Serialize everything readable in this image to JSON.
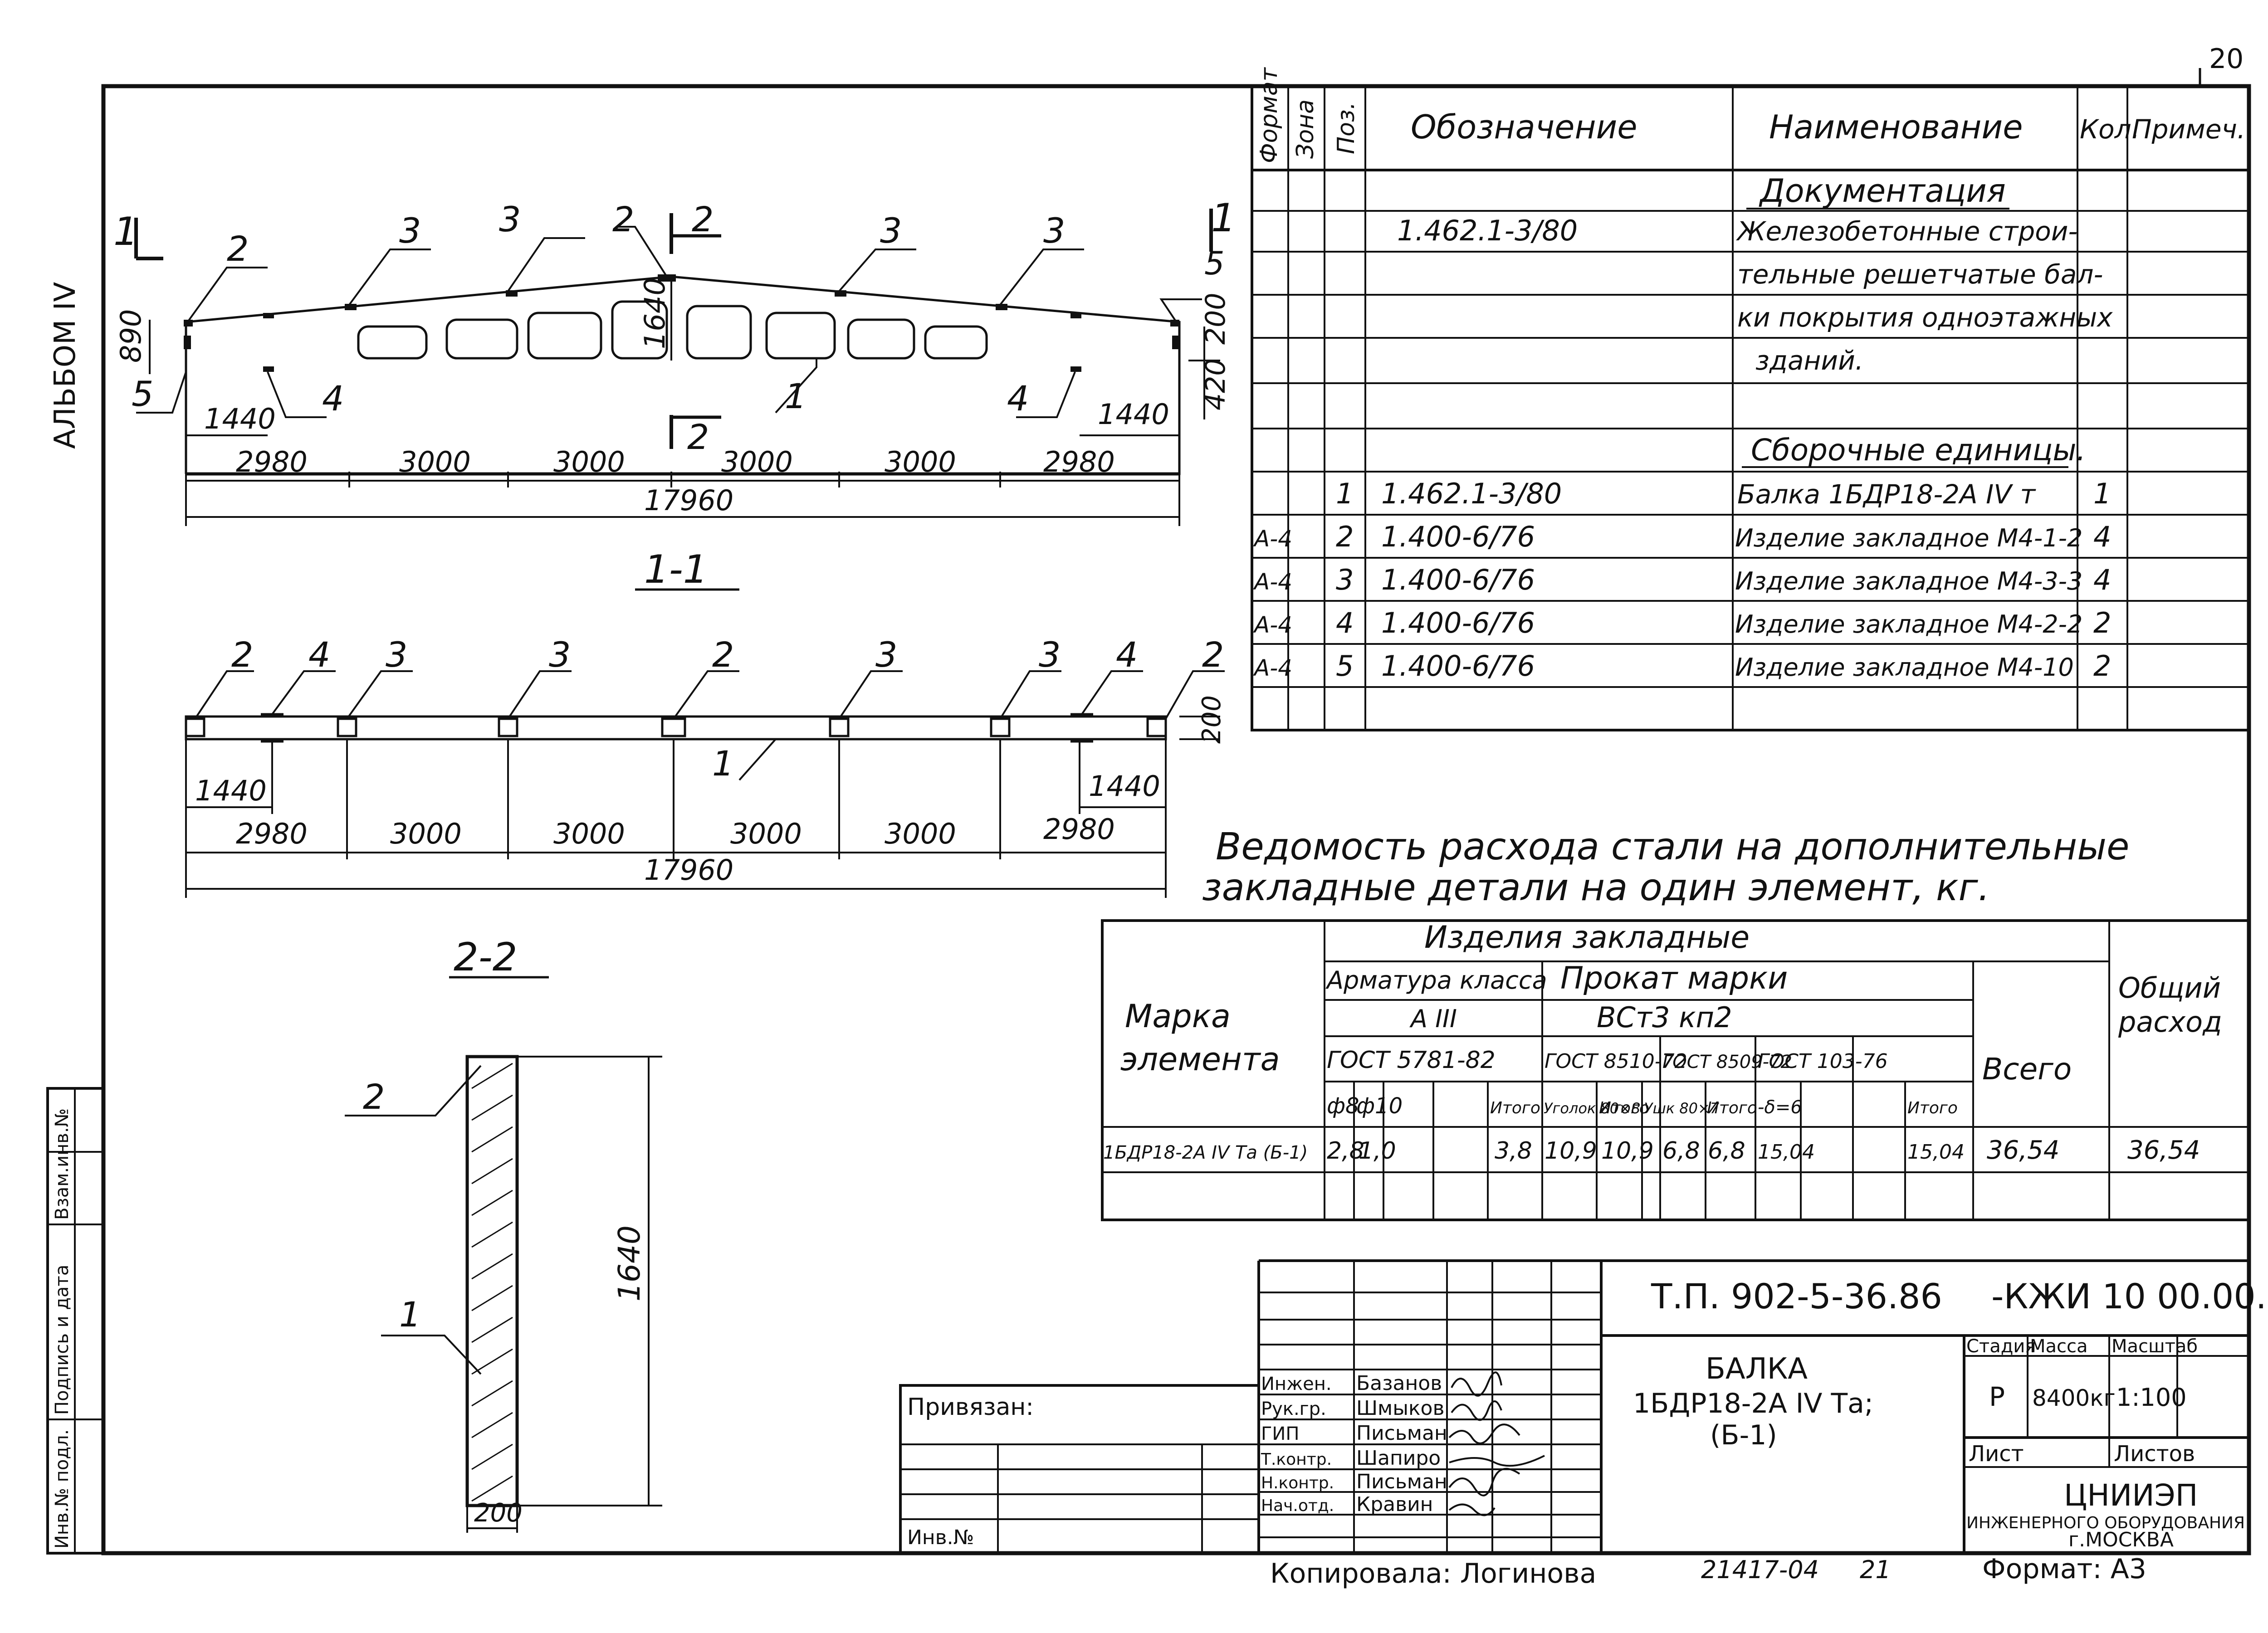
{
  "corner": {
    "sheet_no": "20",
    "album": "АЛЬБОМ IV"
  },
  "side_stamp": [
    "Инв.№ подл.",
    "Подпись и дата",
    "Взам.инв.№"
  ],
  "beam_view": {
    "section_mark": "1",
    "pos_labels": [
      "2",
      "3",
      "3",
      "2",
      "3",
      "3",
      "1",
      "4",
      "4",
      "5",
      "5"
    ],
    "cut2": "2",
    "dims": {
      "h_left": "890",
      "h_mid": "1640",
      "h_right": "200",
      "h_right2": "420",
      "e_left": "1440",
      "e_right": "1440",
      "spans": [
        "2980",
        "3000",
        "3000",
        "3000",
        "3000",
        "2980"
      ],
      "total": "17960"
    }
  },
  "section_1_1": {
    "title": "1-1",
    "pos_labels": [
      "2",
      "4",
      "3",
      "3",
      "2",
      "3",
      "3",
      "4",
      "2",
      "1"
    ],
    "dims": {
      "h": "200",
      "e_left": "1440",
      "e_right": "1440",
      "spans": [
        "2980",
        "3000",
        "3000",
        "3000",
        "3000",
        "2980"
      ],
      "total": "17960"
    }
  },
  "section_2_2": {
    "title": "2-2",
    "labels": [
      "2",
      "1"
    ],
    "height": "1640",
    "width": "200"
  },
  "spec_table": {
    "headers": [
      "Формат",
      "Зона",
      "Поз.",
      "Обозначение",
      "Наименование",
      "Кол.",
      "Примеч."
    ],
    "section_doc": "Документация",
    "doc_designation": "1.462.1-3/80",
    "doc_name_lines": [
      "Железобетонные строи-",
      "тельные решетчатые бал-",
      "ки покрытия одноэтажных",
      "зданий."
    ],
    "section_units": "Сборочные единицы.",
    "rows": [
      {
        "format": "",
        "pos": "1",
        "designation": "1.462.1-3/80",
        "name": "Балка 1БДР18-2А IV т",
        "qty": "1"
      },
      {
        "format": "А-4",
        "pos": "2",
        "designation": "1.400-6/76",
        "name": "Изделие закладное М4-1-2",
        "qty": "4"
      },
      {
        "format": "А-4",
        "pos": "3",
        "designation": "1.400-6/76",
        "name": "Изделие закладное М4-3-3",
        "qty": "4"
      },
      {
        "format": "А-4",
        "pos": "4",
        "designation": "1.400-6/76",
        "name": "Изделие закладное М4-2-2",
        "qty": "2"
      },
      {
        "format": "А-4",
        "pos": "5",
        "designation": "1.400-6/76",
        "name": "Изделие закладное М4-10",
        "qty": "2"
      }
    ]
  },
  "steel": {
    "title_lines": [
      "Ведомость расхода стали на дополнительные",
      "закладные детали на один элемент, кг."
    ],
    "h_products": "Изделия закладные",
    "h_rebar_class": "Арматура класса",
    "h_rebar_grade": "А III",
    "h_rolled": "Прокат марки",
    "h_rolled_grade": "ВСт3 кп2",
    "h_mark": [
      "Марка",
      "элемента"
    ],
    "h_total_col": "Всего",
    "h_overall": [
      "Общий",
      "расход"
    ],
    "gost": [
      "ГОСТ 5781-82",
      "ГОСТ 8510-72",
      "ГОСТ 8509-72",
      "ГОСТ 103-76"
    ],
    "sub": [
      "ф8",
      "ф10",
      "",
      "Итого",
      "Уголок 80×8",
      "",
      "Итого",
      "Ушк 80×7",
      "Итого",
      "-δ=6",
      "",
      "Итого"
    ],
    "row": {
      "mark": "1БДР18-2А IV Та (Б-1)",
      "cells": [
        "2,8",
        "1,0",
        "",
        "3,8",
        "10,9",
        "",
        "10,9",
        "6,8",
        "6,8",
        "15,04",
        "",
        "15,04"
      ],
      "total": "36,54",
      "overall": "36,54"
    }
  },
  "title_block": {
    "code": "Т.П. 902-5-36.86",
    "suffix": "-КЖИ 10 00.00.",
    "name": [
      "БАЛКА",
      "1БДР18-2А IV Та;",
      "(Б-1)"
    ],
    "stage_label": "Стадия",
    "stage": "Р",
    "mass_label": "Масса",
    "mass": "8400кг",
    "scale_label": "Масштаб",
    "scale": "1:100",
    "sheet_label": "Лист",
    "sheets_label": "Листов",
    "org": [
      "ЦНИИЭП",
      "ИНЖЕНЕРНОГО ОБОРУДОВАНИЯ",
      "г.МОСКВА"
    ],
    "bound": "Привязан:",
    "inv": "Инв.№",
    "signers": [
      [
        "Инжен.",
        "Базанов"
      ],
      [
        "Рук.гр.",
        "Шмыков"
      ],
      [
        "ГИП",
        "Письман"
      ],
      [
        "Т.контр.",
        "Шапиро"
      ],
      [
        "Н.контр.",
        "Письман"
      ],
      [
        "Нач.отд.",
        "Кравин"
      ]
    ]
  },
  "footer": {
    "copied": "Копировала: Логинова",
    "number": "21417-04",
    "page": "21",
    "format": "Формат: А3"
  }
}
